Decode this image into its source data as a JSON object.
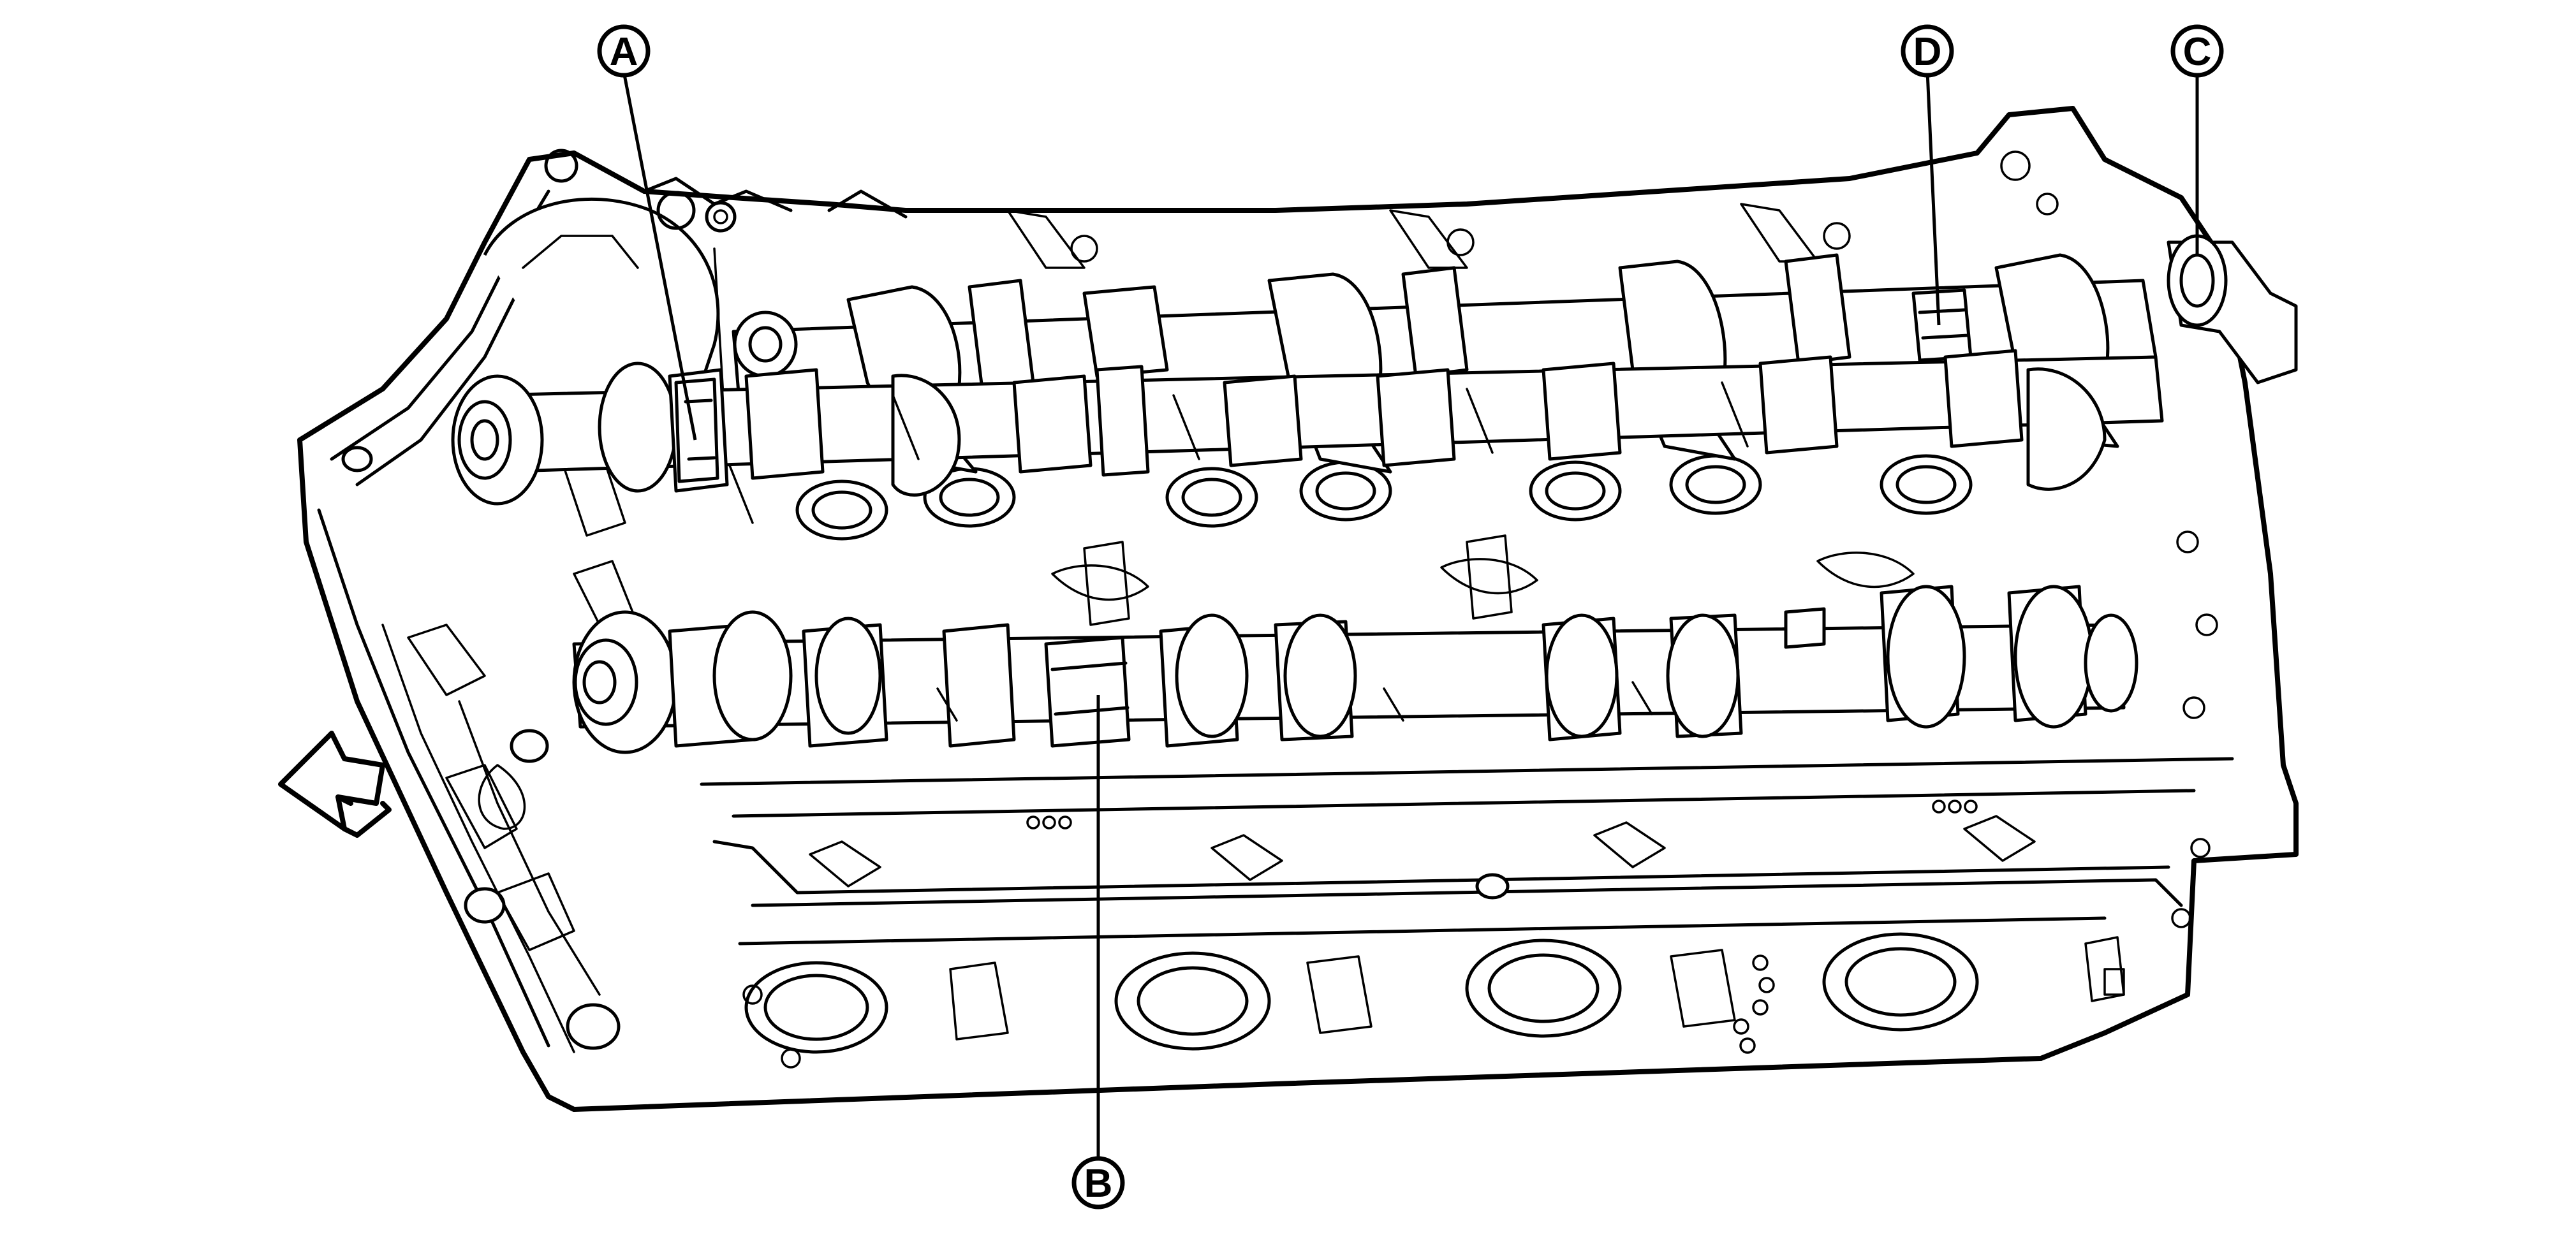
{
  "callouts": {
    "a": "A",
    "b": "B",
    "c": "C",
    "d": "D"
  },
  "icons": {
    "direction_arrow": "front-direction-arrow-icon"
  }
}
